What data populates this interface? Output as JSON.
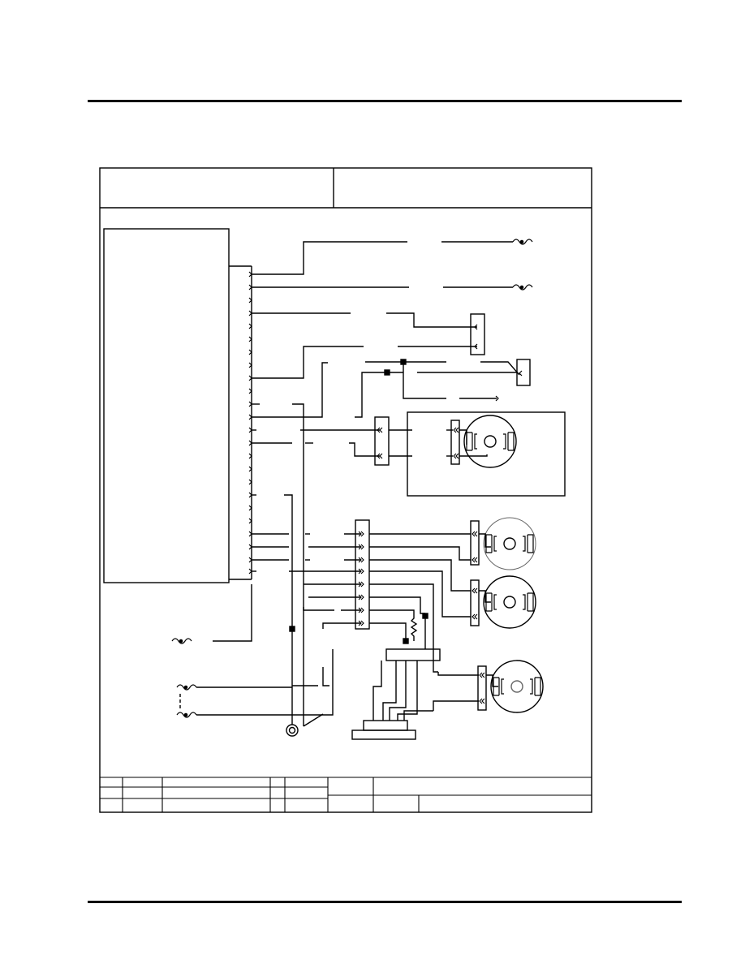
{
  "page": {
    "background": "#ffffff",
    "ink_color": "#000000"
  },
  "diagram": {
    "type": "wiring-schematic",
    "text_labels": [],
    "icons": [
      "terminal-block",
      "motor",
      "fuse-symbol",
      "ground-terminal",
      "resistor",
      "splice-point",
      "connector-plug"
    ]
  }
}
